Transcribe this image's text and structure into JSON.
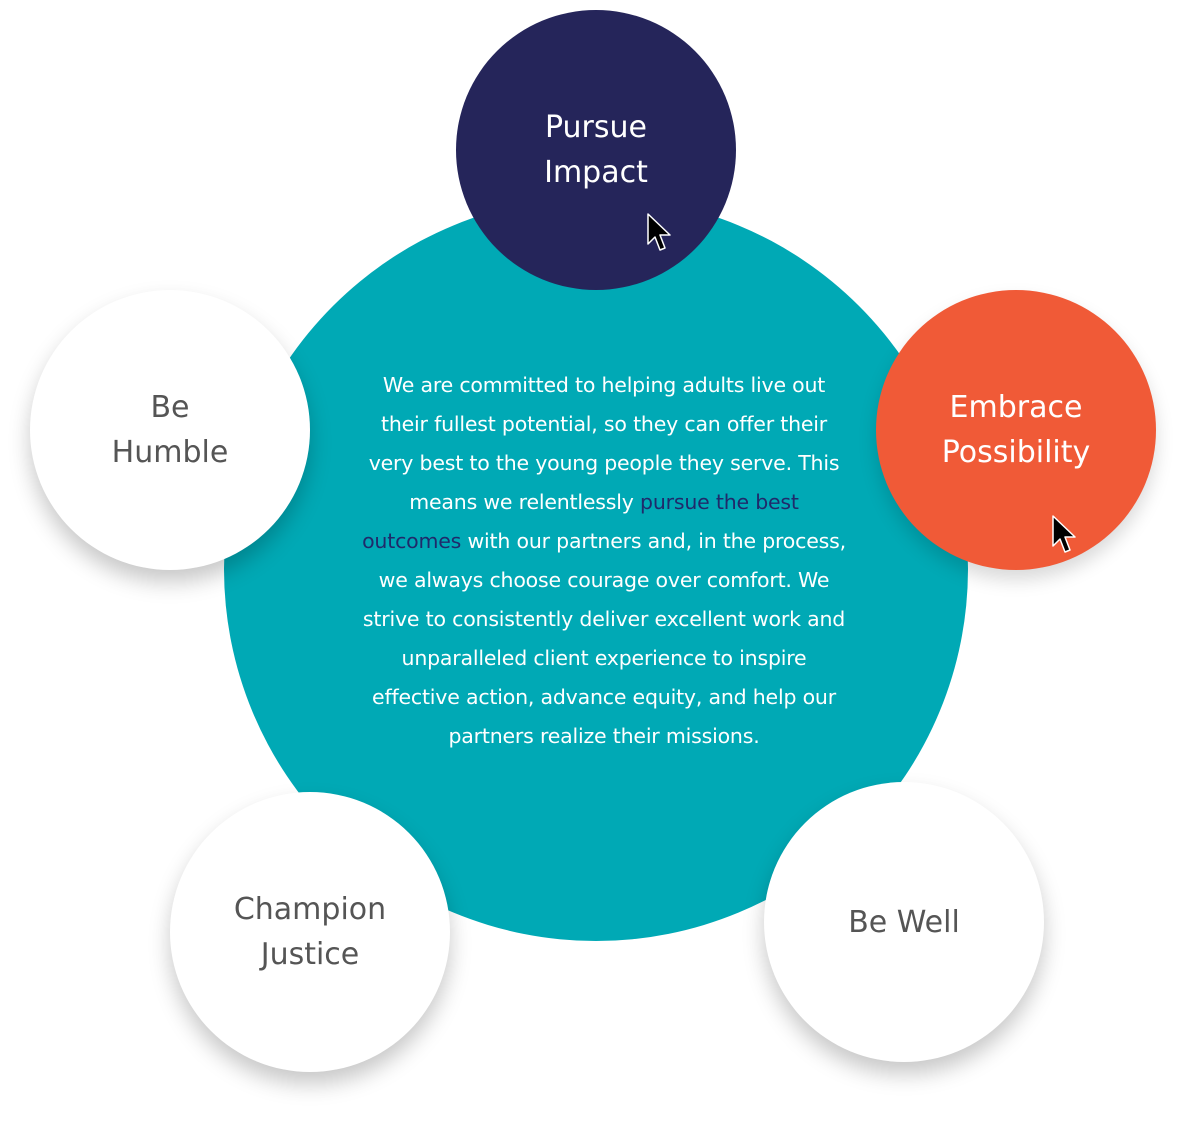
{
  "diagram": {
    "center_text": {
      "before": "We are committed to helping adults live out their fullest potential, so they can offer their very best to the young people they serve. This means we relentlessly ",
      "highlight": "pursue the best outcomes",
      "after": " with our partners and, in the process, we always choose courage over comfort. We strive to consistently deliver  excellent work and unparalleled client experience to inspire effective action, advance equity, and help our partners realize their missions."
    },
    "values": [
      {
        "label": "Pursue\nImpact",
        "style": "navy"
      },
      {
        "label": "Embrace\nPossibility",
        "style": "orange"
      },
      {
        "label": "Be Well",
        "style": "white"
      },
      {
        "label": "Champion\nJustice",
        "style": "white"
      },
      {
        "label": "Be\nHumble",
        "style": "white"
      }
    ],
    "colors": {
      "center_fill": "#00a9b5",
      "highlight_text": "#1f2a6b",
      "pursue_impact_fill": "#25255a",
      "embrace_possibility_fill": "#f05a37",
      "white_circle_fill": "#ffffff",
      "white_circle_text": "#555555"
    },
    "icons": [
      "mouse-pointer-icon",
      "mouse-pointer-icon"
    ]
  }
}
